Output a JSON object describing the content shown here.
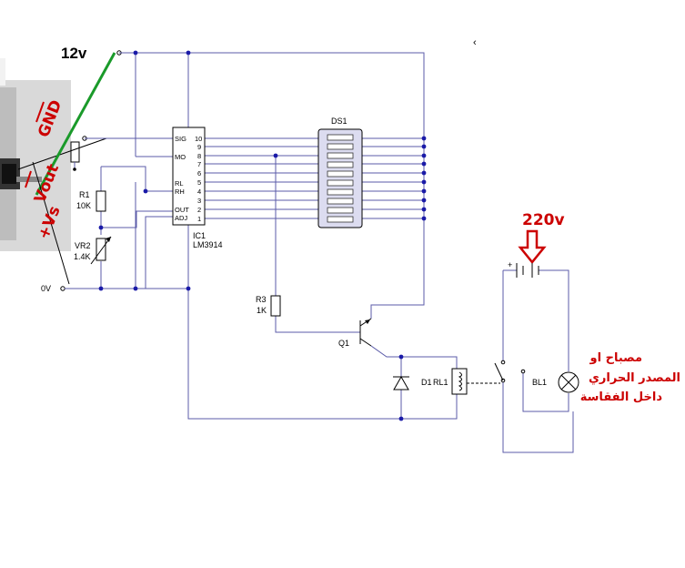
{
  "supply": {
    "v12": "12v",
    "v0": "0V",
    "ac": "220v"
  },
  "sensor": {
    "pin_gnd": "GND",
    "pin_vout": "Vout",
    "pin_vs": "+Vs"
  },
  "ic1": {
    "ref": "IC1",
    "part": "LM3914",
    "pins_left": [
      "SIG",
      "MO",
      "RL",
      "RH",
      "OUT",
      "ADJ"
    ],
    "pins_right": [
      "10",
      "9",
      "8",
      "7",
      "6",
      "5",
      "4",
      "3",
      "2",
      "1"
    ]
  },
  "r1": {
    "ref": "R1",
    "value": "10K"
  },
  "vr2": {
    "ref": "VR2",
    "value": "1.4K"
  },
  "r3": {
    "ref": "R3",
    "value": "1K"
  },
  "ds1": {
    "ref": "DS1"
  },
  "q1": {
    "ref": "Q1"
  },
  "d1": {
    "ref": "D1"
  },
  "rl1": {
    "ref": "RL1"
  },
  "bl1": {
    "ref": "BL1"
  },
  "note": {
    "lines": [
      "مصباح او",
      "المصدر الحراري",
      "داخل الفقاسة"
    ]
  },
  "colors": {
    "wire": "#5b5ba8",
    "green_lead": "#1a9a2a",
    "red_text": "#cc0000"
  }
}
